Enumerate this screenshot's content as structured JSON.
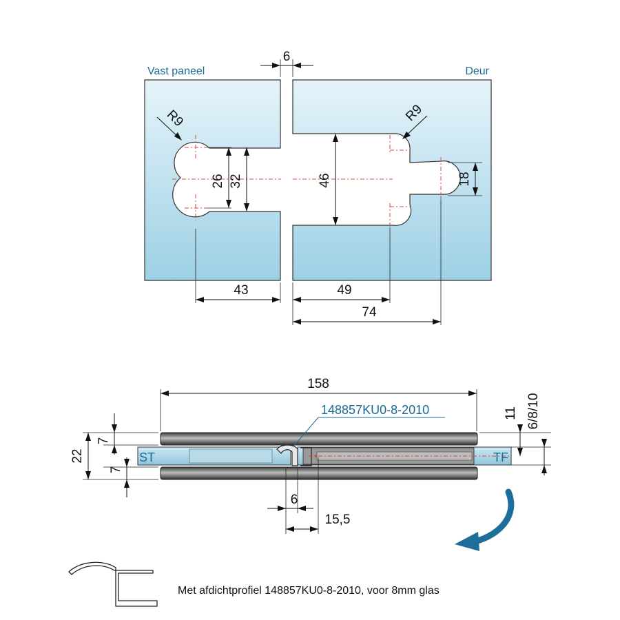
{
  "top_view": {
    "left_label": "Vast paneel",
    "right_label": "Deur",
    "dimensions": {
      "gap": "6",
      "radius_left": "R9",
      "radius_right": "R9",
      "d26": "26",
      "d32": "32",
      "d46": "46",
      "d18": "18",
      "d43": "43",
      "d49": "49",
      "d74": "74"
    }
  },
  "section_view": {
    "dimensions": {
      "overall": "158",
      "d22": "22",
      "d7_top": "7",
      "d7_bottom": "7",
      "d11": "11",
      "d_glass": "6/8/10",
      "d6": "6",
      "d15_5": "15,5"
    },
    "profile_code": "148857KU0-8-2010",
    "left_tag": "ST",
    "right_tag": "TF"
  },
  "note": "Met afdichtprofiel 148857KU0-8-2010, voor 8mm glas",
  "colors": {
    "panel_top": "#e4f3f9",
    "panel_bottom": "#9fd2e6",
    "label_blue": "#1a6b94",
    "arrow_blue": "#1d6e9a",
    "centerline_red": "#d9463b"
  },
  "icons": {
    "rotation_arrow": "curved-arrow-icon",
    "seal_profile": "seal-profile-icon"
  }
}
